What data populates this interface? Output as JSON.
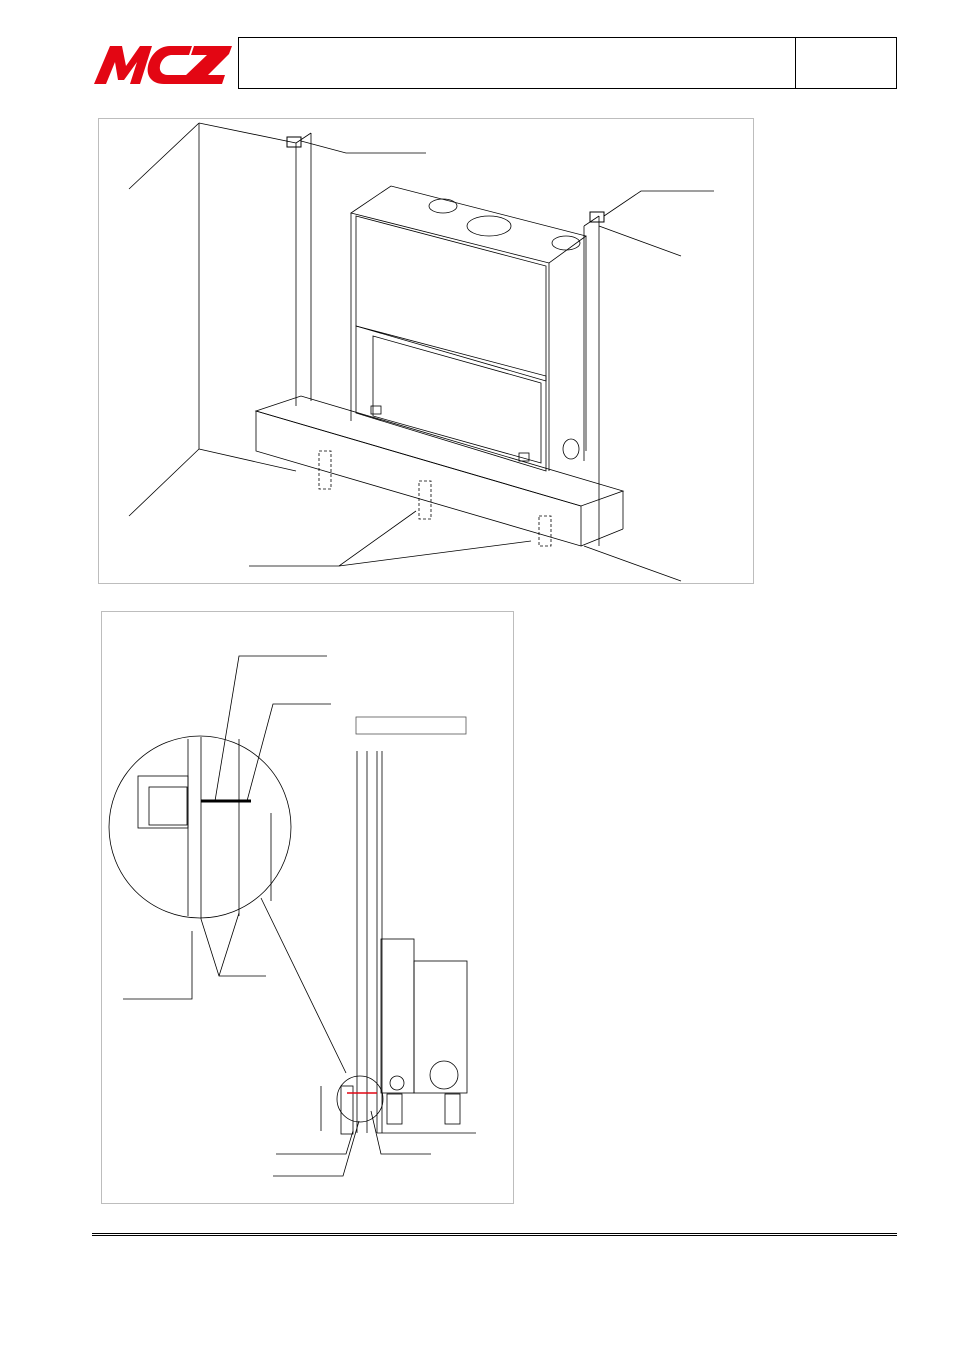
{
  "header": {
    "logo": {
      "text": "MCZ",
      "color": "#e30613"
    },
    "title": "",
    "page_number": ""
  },
  "figures": {
    "perspective_view": {
      "name": "fireplace-installation-perspective"
    },
    "section_view": {
      "name": "fireplace-installation-section",
      "label_box_text": ""
    }
  },
  "colors": {
    "line": "#000000",
    "frame": "#bdbdbd",
    "detail_marker": "#e30613"
  }
}
